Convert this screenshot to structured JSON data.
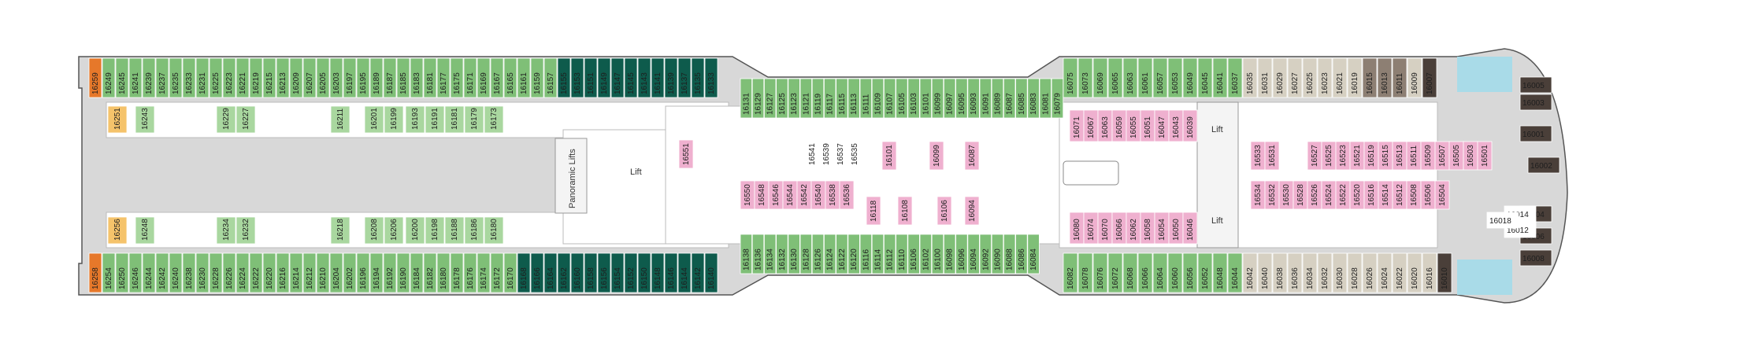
{
  "colors": {
    "deck": "#d8d8d8",
    "hull_outline": "#555555",
    "corridor": "#eeeeee",
    "inner": "#ffffff",
    "dark_green": "#0e5b4c",
    "green": "#7fbf77",
    "light_green": "#a9d79f",
    "pink": "#efb0cf",
    "beige": "#d6d0c2",
    "taupe": "#8d7f73",
    "dark_suite": "#4a3f39",
    "orange": "#e6782a",
    "yellow": "#f5c36b",
    "blue": "#a9dbe8"
  },
  "labels": {
    "lift_center": "Lift",
    "panoramic": "Panoramic Lifts",
    "lift_fwd_top": "Lift",
    "lift_fwd_bottom": "Lift"
  },
  "cabins": {
    "top_row": [
      {
        "n": "16259",
        "c": "orange"
      },
      {
        "n": "16249",
        "c": "green"
      },
      {
        "n": "16245",
        "c": "green"
      },
      {
        "n": "16241",
        "c": "green"
      },
      {
        "n": "16239",
        "c": "green"
      },
      {
        "n": "16237",
        "c": "green"
      },
      {
        "n": "16235",
        "c": "green"
      },
      {
        "n": "16233",
        "c": "green"
      },
      {
        "n": "16231",
        "c": "green"
      },
      {
        "n": "16225",
        "c": "green"
      },
      {
        "n": "16223",
        "c": "green"
      },
      {
        "n": "16221",
        "c": "green"
      },
      {
        "n": "16219",
        "c": "green"
      },
      {
        "n": "16215",
        "c": "green"
      },
      {
        "n": "16213",
        "c": "green"
      },
      {
        "n": "16209",
        "c": "green"
      },
      {
        "n": "16207",
        "c": "green"
      },
      {
        "n": "16205",
        "c": "green"
      },
      {
        "n": "16203",
        "c": "green"
      },
      {
        "n": "16197",
        "c": "green"
      },
      {
        "n": "16195",
        "c": "green"
      },
      {
        "n": "16189",
        "c": "green"
      },
      {
        "n": "16187",
        "c": "green"
      },
      {
        "n": "16185",
        "c": "green"
      },
      {
        "n": "16183",
        "c": "green"
      },
      {
        "n": "16181",
        "c": "green"
      },
      {
        "n": "16177",
        "c": "green"
      },
      {
        "n": "16175",
        "c": "green"
      },
      {
        "n": "16171",
        "c": "green"
      },
      {
        "n": "16169",
        "c": "green"
      },
      {
        "n": "16167",
        "c": "green"
      },
      {
        "n": "16165",
        "c": "green"
      },
      {
        "n": "16161",
        "c": "green"
      },
      {
        "n": "16159",
        "c": "green"
      },
      {
        "n": "16157",
        "c": "green"
      },
      {
        "n": "16155",
        "c": "dark_green"
      },
      {
        "n": "16153",
        "c": "dark_green"
      },
      {
        "n": "16151",
        "c": "dark_green"
      },
      {
        "n": "16149",
        "c": "dark_green"
      },
      {
        "n": "16147",
        "c": "dark_green"
      },
      {
        "n": "16145",
        "c": "dark_green"
      },
      {
        "n": "16143",
        "c": "dark_green"
      },
      {
        "n": "16141",
        "c": "dark_green"
      },
      {
        "n": "16139",
        "c": "dark_green"
      },
      {
        "n": "16137",
        "c": "dark_green"
      },
      {
        "n": "16135",
        "c": "dark_green"
      },
      {
        "n": "16133",
        "c": "dark_green"
      }
    ],
    "top_mid_row": [
      {
        "n": "16131",
        "c": "green"
      },
      {
        "n": "16129",
        "c": "green"
      },
      {
        "n": "16127",
        "c": "green"
      },
      {
        "n": "16125",
        "c": "green"
      },
      {
        "n": "16123",
        "c": "green"
      },
      {
        "n": "16121",
        "c": "green"
      },
      {
        "n": "16119",
        "c": "green"
      },
      {
        "n": "16117",
        "c": "green"
      },
      {
        "n": "16115",
        "c": "green"
      },
      {
        "n": "16113",
        "c": "green"
      },
      {
        "n": "16111",
        "c": "green"
      },
      {
        "n": "16109",
        "c": "green"
      },
      {
        "n": "16107",
        "c": "green"
      },
      {
        "n": "16105",
        "c": "green"
      },
      {
        "n": "16103",
        "c": "green"
      },
      {
        "n": "16101",
        "c": "green"
      },
      {
        "n": "16099",
        "c": "green"
      },
      {
        "n": "16097",
        "c": "green"
      },
      {
        "n": "16095",
        "c": "green"
      },
      {
        "n": "16093",
        "c": "green"
      },
      {
        "n": "16091",
        "c": "green"
      },
      {
        "n": "16089",
        "c": "green"
      },
      {
        "n": "16087",
        "c": "green"
      },
      {
        "n": "16085",
        "c": "green"
      },
      {
        "n": "16083",
        "c": "green"
      },
      {
        "n": "16081",
        "c": "green"
      },
      {
        "n": "16079",
        "c": "green"
      }
    ],
    "top_fwd_row": [
      {
        "n": "16075",
        "c": "green"
      },
      {
        "n": "16073",
        "c": "green"
      },
      {
        "n": "16069",
        "c": "green"
      },
      {
        "n": "16065",
        "c": "green"
      },
      {
        "n": "16063",
        "c": "green"
      },
      {
        "n": "16061",
        "c": "green"
      },
      {
        "n": "16057",
        "c": "green"
      },
      {
        "n": "16053",
        "c": "green"
      },
      {
        "n": "16049",
        "c": "green"
      },
      {
        "n": "16045",
        "c": "green"
      },
      {
        "n": "16041",
        "c": "green"
      },
      {
        "n": "16037",
        "c": "green"
      },
      {
        "n": "16035",
        "c": "beige"
      },
      {
        "n": "16031",
        "c": "beige"
      },
      {
        "n": "16029",
        "c": "beige"
      },
      {
        "n": "16027",
        "c": "beige"
      },
      {
        "n": "16025",
        "c": "beige"
      },
      {
        "n": "16023",
        "c": "beige"
      },
      {
        "n": "16021",
        "c": "beige"
      },
      {
        "n": "16019",
        "c": "beige"
      },
      {
        "n": "16015",
        "c": "taupe"
      },
      {
        "n": "16013",
        "c": "taupe"
      },
      {
        "n": "16011",
        "c": "taupe"
      },
      {
        "n": "16009",
        "c": "beige"
      },
      {
        "n": "16007",
        "c": "dark_suite"
      }
    ],
    "bottom_row": [
      {
        "n": "16258",
        "c": "orange"
      },
      {
        "n": "16254",
        "c": "green"
      },
      {
        "n": "16250",
        "c": "green"
      },
      {
        "n": "16246",
        "c": "green"
      },
      {
        "n": "16244",
        "c": "green"
      },
      {
        "n": "16242",
        "c": "green"
      },
      {
        "n": "16240",
        "c": "green"
      },
      {
        "n": "16238",
        "c": "green"
      },
      {
        "n": "16230",
        "c": "green"
      },
      {
        "n": "16228",
        "c": "green"
      },
      {
        "n": "16226",
        "c": "green"
      },
      {
        "n": "16224",
        "c": "green"
      },
      {
        "n": "16222",
        "c": "green"
      },
      {
        "n": "16220",
        "c": "green"
      },
      {
        "n": "16216",
        "c": "green"
      },
      {
        "n": "16214",
        "c": "green"
      },
      {
        "n": "16212",
        "c": "green"
      },
      {
        "n": "16210",
        "c": "green"
      },
      {
        "n": "16204",
        "c": "green"
      },
      {
        "n": "16202",
        "c": "green"
      },
      {
        "n": "16196",
        "c": "green"
      },
      {
        "n": "16194",
        "c": "green"
      },
      {
        "n": "16192",
        "c": "green"
      },
      {
        "n": "16190",
        "c": "green"
      },
      {
        "n": "16184",
        "c": "green"
      },
      {
        "n": "16182",
        "c": "green"
      },
      {
        "n": "16180",
        "c": "green"
      },
      {
        "n": "16178",
        "c": "green"
      },
      {
        "n": "16176",
        "c": "green"
      },
      {
        "n": "16174",
        "c": "green"
      },
      {
        "n": "16172",
        "c": "green"
      },
      {
        "n": "16170",
        "c": "green"
      },
      {
        "n": "16168",
        "c": "dark_green"
      },
      {
        "n": "16166",
        "c": "dark_green"
      },
      {
        "n": "16164",
        "c": "dark_green"
      },
      {
        "n": "16162",
        "c": "dark_green"
      },
      {
        "n": "16160",
        "c": "dark_green"
      },
      {
        "n": "16158",
        "c": "dark_green"
      },
      {
        "n": "16156",
        "c": "dark_green"
      },
      {
        "n": "16154",
        "c": "dark_green"
      },
      {
        "n": "16152",
        "c": "dark_green"
      },
      {
        "n": "16150",
        "c": "dark_green"
      },
      {
        "n": "16148",
        "c": "dark_green"
      },
      {
        "n": "16146",
        "c": "dark_green"
      },
      {
        "n": "16144",
        "c": "dark_green"
      },
      {
        "n": "16142",
        "c": "dark_green"
      },
      {
        "n": "16140",
        "c": "dark_green"
      }
    ],
    "bottom_mid_row": [
      {
        "n": "16138",
        "c": "green"
      },
      {
        "n": "16136",
        "c": "green"
      },
      {
        "n": "16134",
        "c": "green"
      },
      {
        "n": "16132",
        "c": "green"
      },
      {
        "n": "16130",
        "c": "green"
      },
      {
        "n": "16128",
        "c": "green"
      },
      {
        "n": "16126",
        "c": "green"
      },
      {
        "n": "16124",
        "c": "green"
      },
      {
        "n": "16122",
        "c": "green"
      },
      {
        "n": "16120",
        "c": "green"
      },
      {
        "n": "16116",
        "c": "green"
      },
      {
        "n": "16114",
        "c": "green"
      },
      {
        "n": "16112",
        "c": "green"
      },
      {
        "n": "16110",
        "c": "green"
      },
      {
        "n": "16106",
        "c": "green"
      },
      {
        "n": "16102",
        "c": "green"
      },
      {
        "n": "16100",
        "c": "green"
      },
      {
        "n": "16098",
        "c": "green"
      },
      {
        "n": "16096",
        "c": "green"
      },
      {
        "n": "16094",
        "c": "green"
      },
      {
        "n": "16092",
        "c": "green"
      },
      {
        "n": "16090",
        "c": "green"
      },
      {
        "n": "16088",
        "c": "green"
      },
      {
        "n": "16086",
        "c": "green"
      },
      {
        "n": "16084",
        "c": "green"
      }
    ],
    "bottom_fwd_row": [
      {
        "n": "16082",
        "c": "green"
      },
      {
        "n": "16078",
        "c": "green"
      },
      {
        "n": "16076",
        "c": "green"
      },
      {
        "n": "16072",
        "c": "green"
      },
      {
        "n": "16068",
        "c": "green"
      },
      {
        "n": "16066",
        "c": "green"
      },
      {
        "n": "16064",
        "c": "green"
      },
      {
        "n": "16060",
        "c": "green"
      },
      {
        "n": "16056",
        "c": "green"
      },
      {
        "n": "16052",
        "c": "green"
      },
      {
        "n": "16048",
        "c": "green"
      },
      {
        "n": "16044",
        "c": "green"
      },
      {
        "n": "16042",
        "c": "beige"
      },
      {
        "n": "16040",
        "c": "beige"
      },
      {
        "n": "16038",
        "c": "beige"
      },
      {
        "n": "16036",
        "c": "beige"
      },
      {
        "n": "16034",
        "c": "beige"
      },
      {
        "n": "16032",
        "c": "beige"
      },
      {
        "n": "16030",
        "c": "beige"
      },
      {
        "n": "16028",
        "c": "beige"
      },
      {
        "n": "16026",
        "c": "beige"
      },
      {
        "n": "16024",
        "c": "beige"
      },
      {
        "n": "16022",
        "c": "beige"
      },
      {
        "n": "16020",
        "c": "beige"
      },
      {
        "n": "16016",
        "c": "beige"
      },
      {
        "n": "16010",
        "c": "dark_suite"
      }
    ],
    "aft_inner_top": [
      {
        "n": "16251",
        "c": "yellow"
      },
      {
        "n": "16243",
        "c": "light_green"
      },
      {
        "n": "16229",
        "c": "light_green"
      },
      {
        "n": "16227",
        "c": "light_green"
      },
      {
        "n": "16211",
        "c": "light_green"
      },
      {
        "n": "16201",
        "c": "light_green"
      },
      {
        "n": "16199",
        "c": "light_green"
      },
      {
        "n": "16193",
        "c": "light_green"
      },
      {
        "n": "16191",
        "c": "light_green"
      },
      {
        "n": "16181",
        "c": "light_green"
      },
      {
        "n": "16179",
        "c": "light_green"
      },
      {
        "n": "16173",
        "c": "light_green"
      }
    ],
    "aft_inner_bottom": [
      {
        "n": "16256",
        "c": "yellow"
      },
      {
        "n": "16248",
        "c": "light_green"
      },
      {
        "n": "16234",
        "c": "light_green"
      },
      {
        "n": "16232",
        "c": "light_green"
      },
      {
        "n": "16218",
        "c": "light_green"
      },
      {
        "n": "16208",
        "c": "light_green"
      },
      {
        "n": "16206",
        "c": "light_green"
      },
      {
        "n": "16200",
        "c": "light_green"
      },
      {
        "n": "16198",
        "c": "light_green"
      },
      {
        "n": "16188",
        "c": "light_green"
      },
      {
        "n": "16186",
        "c": "light_green"
      },
      {
        "n": "16180",
        "c": "light_green"
      }
    ],
    "mid_inner_top": [
      {
        "n": "16551",
        "c": "pink"
      },
      {
        "n": "16541",
        "c": "white"
      },
      {
        "n": "16539",
        "c": "white"
      },
      {
        "n": "16537",
        "c": "white"
      },
      {
        "n": "16535",
        "c": "white"
      },
      {
        "n": "16101",
        "c": "pink"
      },
      {
        "n": "16099",
        "c": "pink"
      },
      {
        "n": "16087",
        "c": "pink"
      }
    ],
    "mid_inner_bottom": [
      {
        "n": "16550",
        "c": "pink"
      },
      {
        "n": "16548",
        "c": "pink"
      },
      {
        "n": "16546",
        "c": "pink"
      },
      {
        "n": "16544",
        "c": "pink"
      },
      {
        "n": "16542",
        "c": "pink"
      },
      {
        "n": "16540",
        "c": "pink"
      },
      {
        "n": "16538",
        "c": "pink"
      },
      {
        "n": "16536",
        "c": "pink"
      },
      {
        "n": "16118",
        "c": "pink"
      },
      {
        "n": "16108",
        "c": "pink"
      },
      {
        "n": "16106",
        "c": "pink"
      },
      {
        "n": "16094",
        "c": "pink"
      }
    ],
    "fwd_inner_top": [
      {
        "n": "16071",
        "c": "pink"
      },
      {
        "n": "16067",
        "c": "pink"
      },
      {
        "n": "16063",
        "c": "pink"
      },
      {
        "n": "16059",
        "c": "pink"
      },
      {
        "n": "16055",
        "c": "pink"
      },
      {
        "n": "16051",
        "c": "pink"
      },
      {
        "n": "16047",
        "c": "pink"
      },
      {
        "n": "16043",
        "c": "pink"
      },
      {
        "n": "16039",
        "c": "pink"
      }
    ],
    "fwd_inner_bottom": [
      {
        "n": "16080",
        "c": "pink"
      },
      {
        "n": "16074",
        "c": "pink"
      },
      {
        "n": "16070",
        "c": "pink"
      },
      {
        "n": "16066",
        "c": "pink"
      },
      {
        "n": "16062",
        "c": "pink"
      },
      {
        "n": "16058",
        "c": "pink"
      },
      {
        "n": "16054",
        "c": "pink"
      },
      {
        "n": "16050",
        "c": "pink"
      },
      {
        "n": "16046",
        "c": "pink"
      }
    ],
    "fwd_center_top": [
      {
        "n": "16533",
        "c": "pink"
      },
      {
        "n": "16531",
        "c": "pink"
      },
      {
        "n": "16527",
        "c": "pink"
      },
      {
        "n": "16525",
        "c": "pink"
      },
      {
        "n": "16523",
        "c": "pink"
      },
      {
        "n": "16521",
        "c": "pink"
      },
      {
        "n": "16519",
        "c": "pink"
      },
      {
        "n": "16515",
        "c": "pink"
      },
      {
        "n": "16513",
        "c": "pink"
      },
      {
        "n": "16511",
        "c": "pink"
      },
      {
        "n": "16509",
        "c": "pink"
      },
      {
        "n": "16507",
        "c": "pink"
      },
      {
        "n": "16505",
        "c": "pink"
      },
      {
        "n": "16503",
        "c": "pink"
      },
      {
        "n": "16501",
        "c": "pink"
      }
    ],
    "fwd_center_bottom": [
      {
        "n": "16534",
        "c": "pink"
      },
      {
        "n": "16532",
        "c": "pink"
      },
      {
        "n": "16530",
        "c": "pink"
      },
      {
        "n": "16528",
        "c": "pink"
      },
      {
        "n": "16526",
        "c": "pink"
      },
      {
        "n": "16524",
        "c": "pink"
      },
      {
        "n": "16522",
        "c": "pink"
      },
      {
        "n": "16520",
        "c": "pink"
      },
      {
        "n": "16516",
        "c": "pink"
      },
      {
        "n": "16514",
        "c": "pink"
      },
      {
        "n": "16512",
        "c": "pink"
      },
      {
        "n": "16508",
        "c": "pink"
      },
      {
        "n": "16506",
        "c": "pink"
      },
      {
        "n": "16504",
        "c": "pink"
      }
    ],
    "bow": [
      {
        "n": "16003",
        "c": "dark_suite"
      },
      {
        "n": "16005",
        "c": "dark_suite"
      },
      {
        "n": "16001",
        "c": "dark_suite"
      },
      {
        "n": "16002",
        "c": "dark_suite"
      },
      {
        "n": "16004",
        "c": "dark_suite"
      },
      {
        "n": "16006",
        "c": "dark_suite"
      },
      {
        "n": "16008",
        "c": "dark_suite"
      },
      {
        "n": "16014",
        "c": "white"
      },
      {
        "n": "16012",
        "c": "white"
      },
      {
        "n": "16018",
        "c": "white"
      }
    ]
  }
}
